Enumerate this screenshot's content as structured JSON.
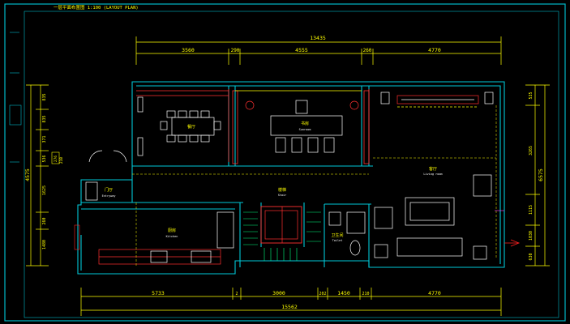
{
  "title_block": "一层平面布置图 1:100 (LAYOUT PLAN)",
  "colors": {
    "background": "#000000",
    "frame": "#00b8c8",
    "wall": "#00c8d8",
    "dimension": "#ffff00",
    "furniture": "#ffffff",
    "cabinet": "#ff3030",
    "accent_green": "#00ff80",
    "accent_red": "#ff2020",
    "magenta": "#ff40ff"
  },
  "dimensions": {
    "top_total": "13435",
    "top_segments": [
      "3560",
      "290",
      "4555",
      "260",
      "4770"
    ],
    "bottom_total": "15562",
    "bottom_segments": [
      "5733",
      "2",
      "3000",
      "202",
      "1450",
      "210",
      "4770"
    ],
    "left_total": "4575",
    "left_segments": [
      "835",
      "835",
      "371",
      "536",
      "276",
      "210",
      "1625",
      "260",
      "1480"
    ],
    "right_total": "6575",
    "right_segments": [
      "535",
      "3265",
      "1115",
      "1030",
      "630"
    ]
  },
  "rooms": {
    "dining": "餐厅",
    "study": "书房",
    "study_en": "Sunroom",
    "living": "客厅",
    "living_en": "Living room",
    "entry": "门厅",
    "entry_en": "Entryway",
    "kitchen": "厨房",
    "kitchen_en": "Kitchen",
    "stair": "楼梯",
    "stair_en": "Stair",
    "wc": "卫生间",
    "wc_en": "Toilet"
  }
}
